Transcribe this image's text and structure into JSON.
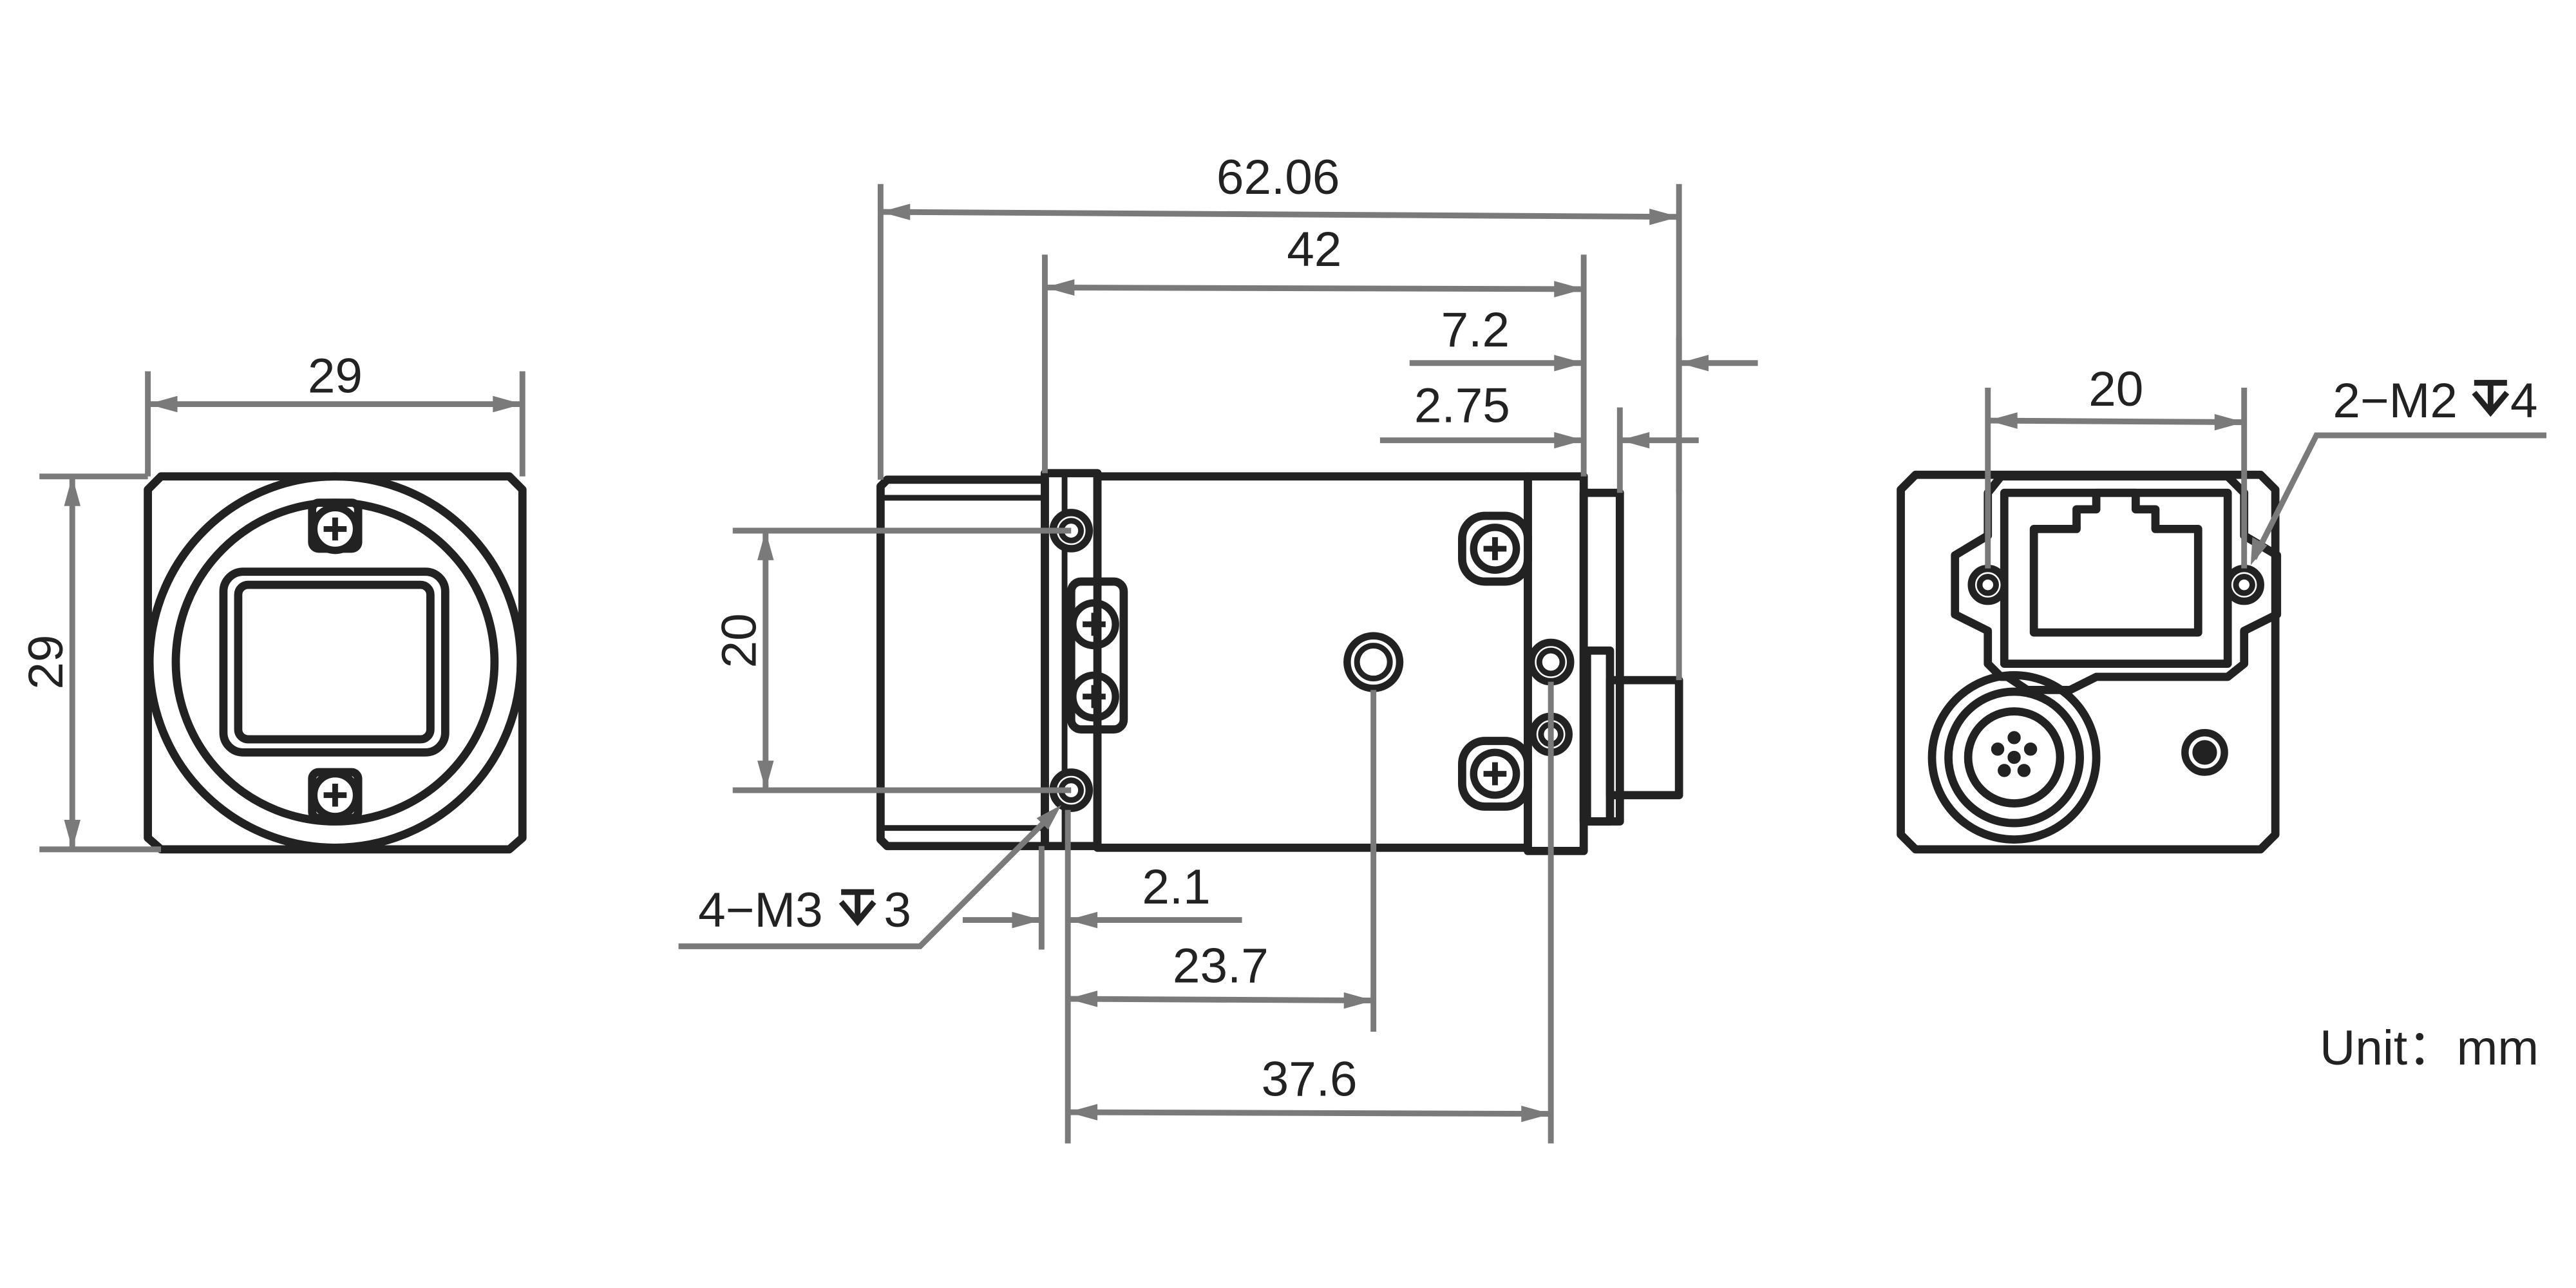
{
  "front_view": {
    "width_label": "29",
    "height_label": "29"
  },
  "side_view": {
    "overall_length_label": "62.06",
    "body_length_label": "42",
    "rear_offset_label": "7.2",
    "connector_offset_label": "2.75",
    "mount_spacing_label": "20",
    "front_hole_offset_label": "2.1",
    "center_hole_label": "23.7",
    "rear_hole_label": "37.6",
    "front_hole_callout": "4−M3",
    "front_hole_depth": "3"
  },
  "rear_view": {
    "hole_spacing_label": "20",
    "hole_callout": "2−M2",
    "hole_depth": "4"
  },
  "units_note": {
    "label": "Unit：mm"
  },
  "icons": {
    "depth_symbol": "depth-symbol-icon",
    "screw": "phillips-screw-icon",
    "ethernet_port": "ethernet-port-icon",
    "io_connector": "circular-connector-icon"
  },
  "colors": {
    "outline": "#222222",
    "dimension_line": "#7a7a7a",
    "background": "#ffffff"
  }
}
